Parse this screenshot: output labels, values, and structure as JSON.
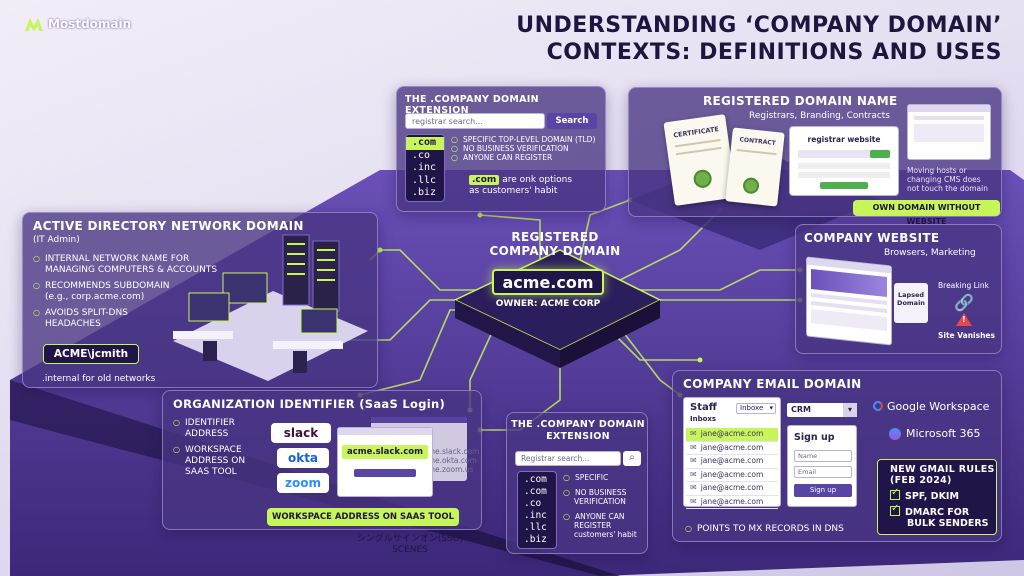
{
  "logo": {
    "text": "Mostdomain"
  },
  "title": {
    "line1": "UNDERSTANDING ‘COMPANY DOMAIN’",
    "line2": "CONTEXTS: DEFINITIONS AND USES"
  },
  "tld_panel_top": {
    "title": "THE .COMPANY DOMAIN EXTENSION",
    "search_placeholder": "registrar search...",
    "search_button": "Search",
    "tlds": [
      ".com",
      ".co",
      ".inc",
      ".llc",
      ".biz"
    ],
    "bullets": [
      "SPECIFIC TOP-LEVEL DOMAIN (TLD)",
      "NO BUSINESS VERIFICATION",
      "ANYONE CAN REGISTER"
    ],
    "note_tag": ".com",
    "note_text_1": "are onk options",
    "note_text_2": "as customers' habit"
  },
  "registered_panel": {
    "title": "REGISTERED DOMAIN NAME",
    "subtitle": "Registrars, Branding, Contracts",
    "certificate": "CERTIFICATE",
    "contract": "CONTRACT",
    "registrar_site": "registrar website",
    "moving_1": "Moving hosts or",
    "moving_2": "changing CMS does",
    "moving_3": "not touch the domain",
    "footer": "OWN DOMAIN WITHOUT WEBSITE"
  },
  "ad_panel": {
    "title": "ACTIVE DIRECTORY NETWORK DOMAIN",
    "subtitle": "(IT Admin)",
    "b1_1": "INTERNAL NETWORK NAME FOR",
    "b1_2": "MANAGING COMPUTERS & ACCOUNTS",
    "b2_1": "RECOMMENDS SUBDOMAIN",
    "b2_2": "(e.g., corp.acme.com)",
    "b3_1": "AVOIDS SPLIT-DNS",
    "b3_2": "HEADACHES",
    "login": "ACME\\jcmith",
    "footnote": ".internal for old networks"
  },
  "center": {
    "line1": "REGISTERED",
    "line2": "COMPANY DOMAIN",
    "domain": "acme.com",
    "owner": "OWNER: ACME CORP"
  },
  "website_panel": {
    "title": "COMPANY WEBSITE",
    "subtitle": "Browsers, Marketing",
    "lapsed_1": "Lapsed",
    "lapsed_2": "Domain",
    "breaking": "Breaking Link",
    "vanishes": "Site Vanishes"
  },
  "sso_panel": {
    "title": "ORGANIZATION IDENTIFIER (SaaS Login)",
    "b1_1": "IDENTIFIER",
    "b1_2": "ADDRESS",
    "b2_1": "WORKSPACE",
    "b2_2": "ADDRESS ON",
    "b2_3": "SAAS TOOL",
    "brands": [
      "slack",
      "okta",
      "zoom"
    ],
    "workspace_url": "acme.slack.com",
    "ghost_1": "acme.slack.com",
    "ghost_2": "acme.okta.com",
    "ghost_3": "acme.zoom.us",
    "footer": "WORKSPACE ADDRESS ON SAAS TOOL",
    "sso_1": "シングルサインオン(SSO)",
    "sso_2": "SCENES"
  },
  "tld_panel_bottom": {
    "title_1": "THE .COMPANY DOMAIN",
    "title_2": "EXTENSION",
    "search_placeholder": "Registrar search...",
    "tlds": [
      ".com",
      ".com",
      ".co",
      ".inc",
      ".llc",
      ".biz"
    ],
    "b1": "SPECIFIC",
    "b2_1": "NO BUSINESS",
    "b2_2": "VERIFICATION",
    "b3_1": "ANYONE CAN",
    "b3_2": "REGISTER",
    "b3_3": "customers' habit"
  },
  "email_panel": {
    "title": "COMPANY EMAIL DOMAIN",
    "staff": "Staff",
    "inboxes": "Inboxs",
    "dropdown": "Inboxe",
    "emails": [
      "jane@acme.com",
      "jane@acme.com",
      "jane@acme.com",
      "jane@acme.com",
      "jane@acme.com",
      "jane@acme.com"
    ],
    "crm": "CRM",
    "signup_title": "Sign up",
    "name_placeholder": "Name",
    "email_placeholder": "Email",
    "signup_button": "Sign up",
    "google": "Google Workspace",
    "microsoft": "Microsoft 365",
    "mx_note": "POINTS TO MX RECORDS IN DNS",
    "gmail_1": "NEW GMAIL RULES",
    "gmail_2": "(FEB 2024)",
    "check1": "SPF, DKIM",
    "check2_1": "DMARC FOR",
    "check2_2": "BULK SENDERS"
  },
  "colors": {
    "accent": "#c8f55a",
    "panel": "#48348a",
    "title": "#1f1640"
  }
}
